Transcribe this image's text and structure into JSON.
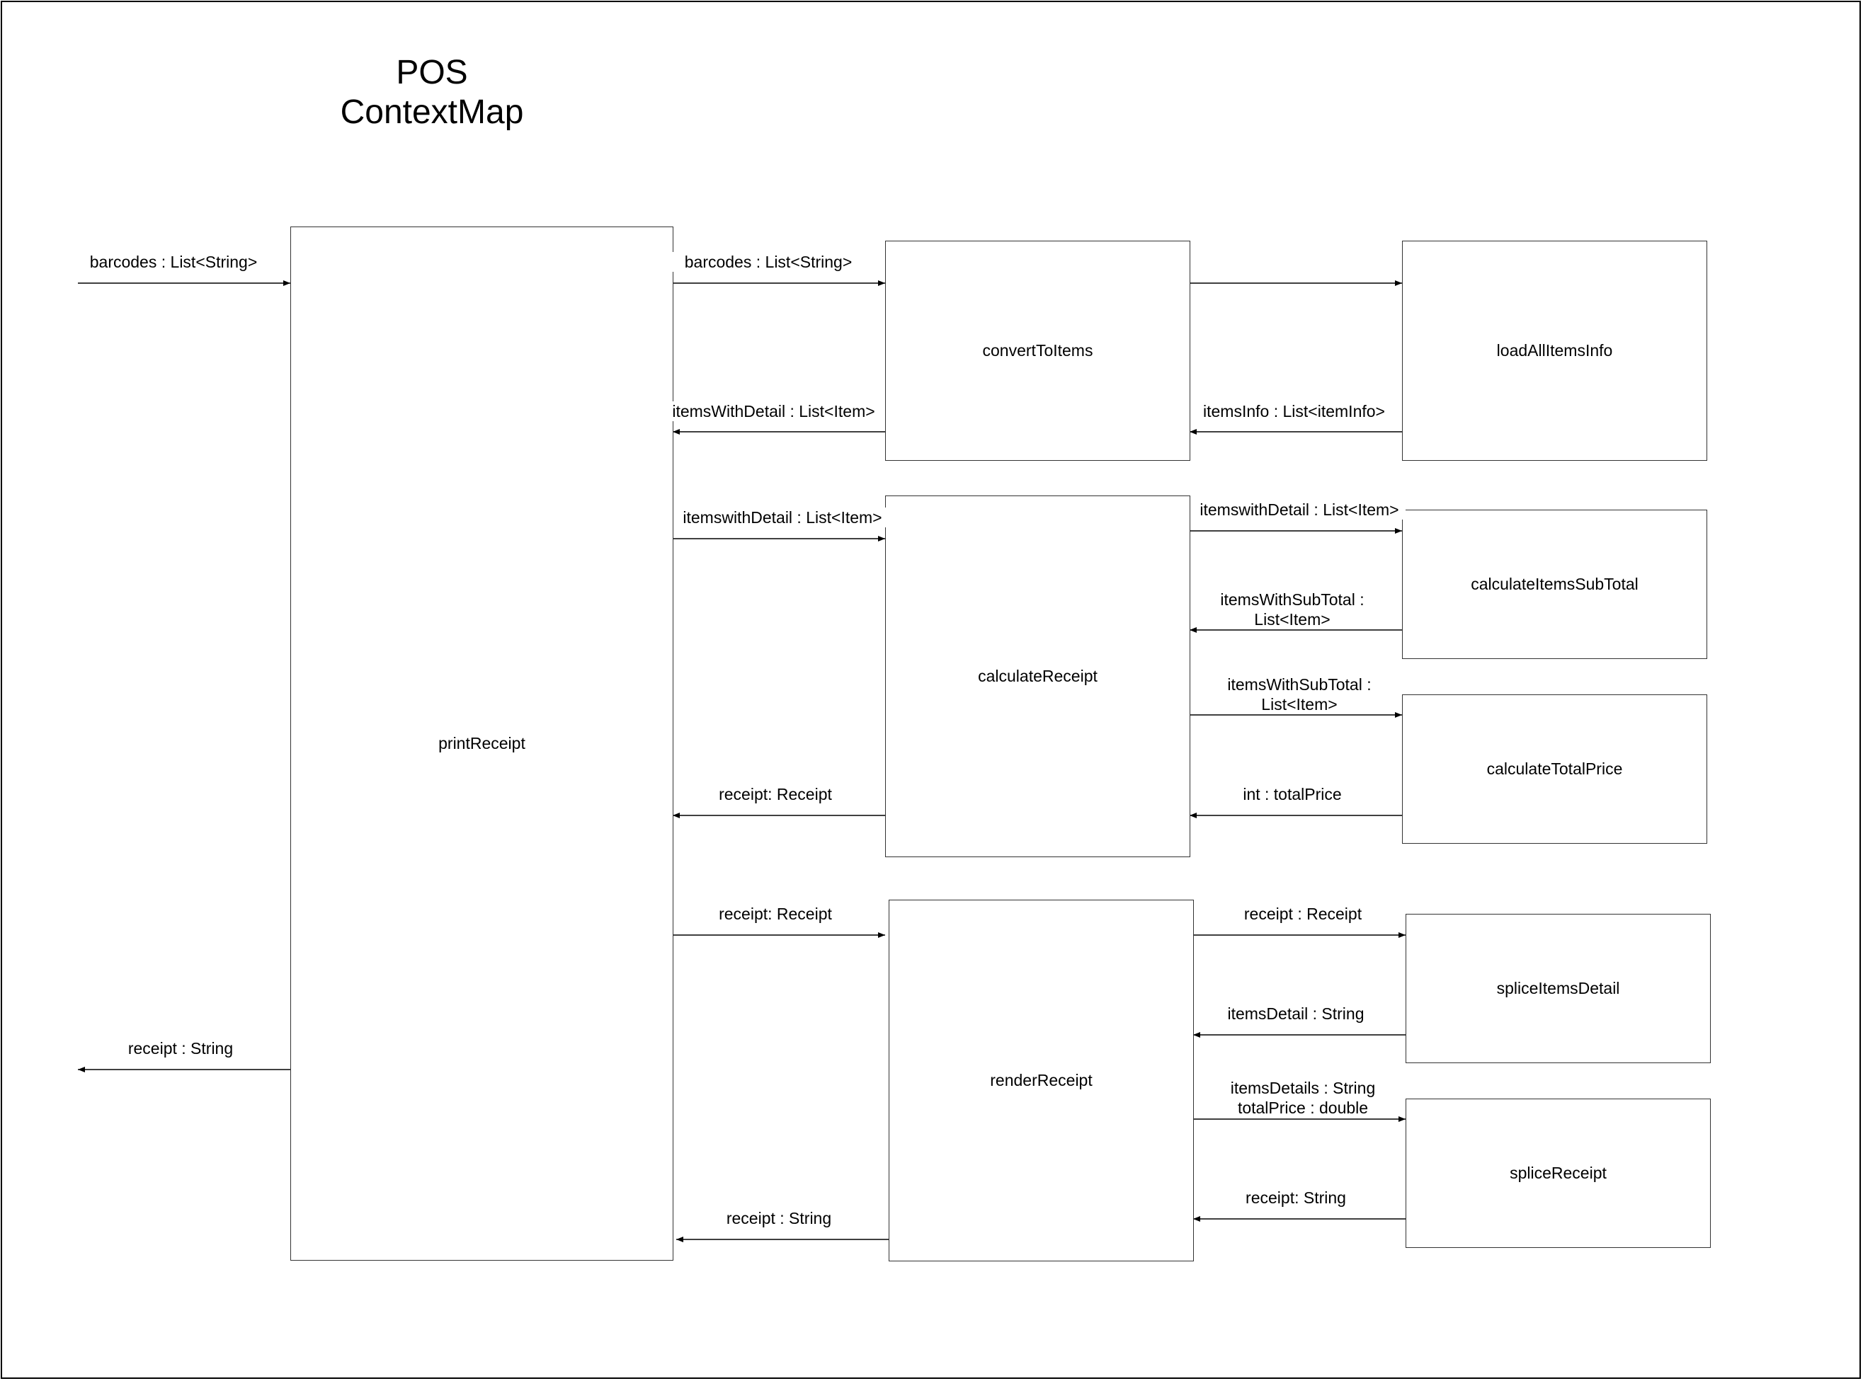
{
  "title": {
    "line1": "POS",
    "line2": "ContextMap"
  },
  "boxes": {
    "printReceipt": "printReceipt",
    "convertToItems": "convertToItems",
    "loadAllItemsInfo": "loadAllItemsInfo",
    "calculateReceipt": "calculateReceipt",
    "calculateItemsSubTotal": "calculateItemsSubTotal",
    "calculateTotalPrice": "calculateTotalPrice",
    "renderReceipt": "renderReceipt",
    "spliceItemsDetail": "spliceItemsDetail",
    "spliceReceipt": "spliceReceipt"
  },
  "edges": {
    "input_barcodes": "barcodes : List<String>",
    "output_receipt": "receipt : String",
    "to_convert": "barcodes : List<String>",
    "from_convert": "itemsWithDetail : List<Item>",
    "from_load": "itemsInfo : List<itemInfo>",
    "to_calculate": "itemswithDetail : List<Item>",
    "to_subtotal": "itemswithDetail : List<Item>",
    "from_subtotal_1": "itemsWithSubTotal :",
    "from_subtotal_2": "List<Item>",
    "to_totalprice_1": "itemsWithSubTotal :",
    "to_totalprice_2": "List<Item>",
    "from_totalprice": "int : totalPrice",
    "from_calculate": "receipt: Receipt",
    "to_render": "receipt: Receipt",
    "to_splice_items": "receipt : Receipt",
    "from_splice_items": "itemsDetail : String",
    "to_splice_receipt_1": "itemsDetails : String",
    "to_splice_receipt_2": "totalPrice : double",
    "from_splice_receipt": "receipt: String",
    "from_render": "receipt : String"
  }
}
